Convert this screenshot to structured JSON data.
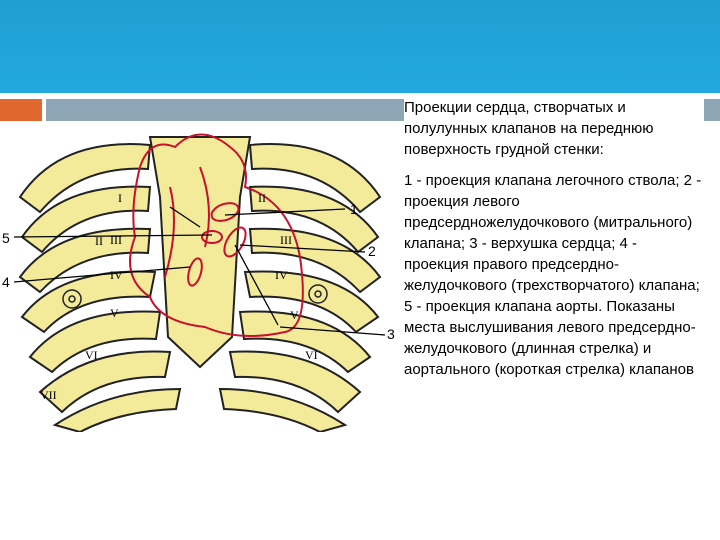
{
  "slide": {
    "title": "Проекции сердца, створчатых и полулунных клапанов на переднюю поверхность грудной стенки:",
    "body": "1 - проекция клапана легочного ствола; 2 - проекция левого предсердножелудочкового (митрального) клапана; 3 - верхушка сердца; 4 - проекция правого предсердно-желудочкового (трехстворчатого) клапана; 5 - проекция клапана аорты. Показаны места выслушивания левого предсердно-желудочкового (длинная стрелка) и аортального (короткая стрелка) клапанов"
  },
  "figure": {
    "callouts": [
      "1",
      "2",
      "3",
      "4",
      "5"
    ],
    "ribs_left": [
      "I",
      "II",
      "III",
      "IV",
      "V",
      "VI",
      "VII"
    ],
    "ribs_right": [
      "II",
      "III",
      "IV",
      "V",
      "VI"
    ],
    "colors": {
      "bone": "#f3ea9a",
      "outline": "#222222",
      "heart": "#c8102e",
      "arrow": "#000000"
    }
  }
}
